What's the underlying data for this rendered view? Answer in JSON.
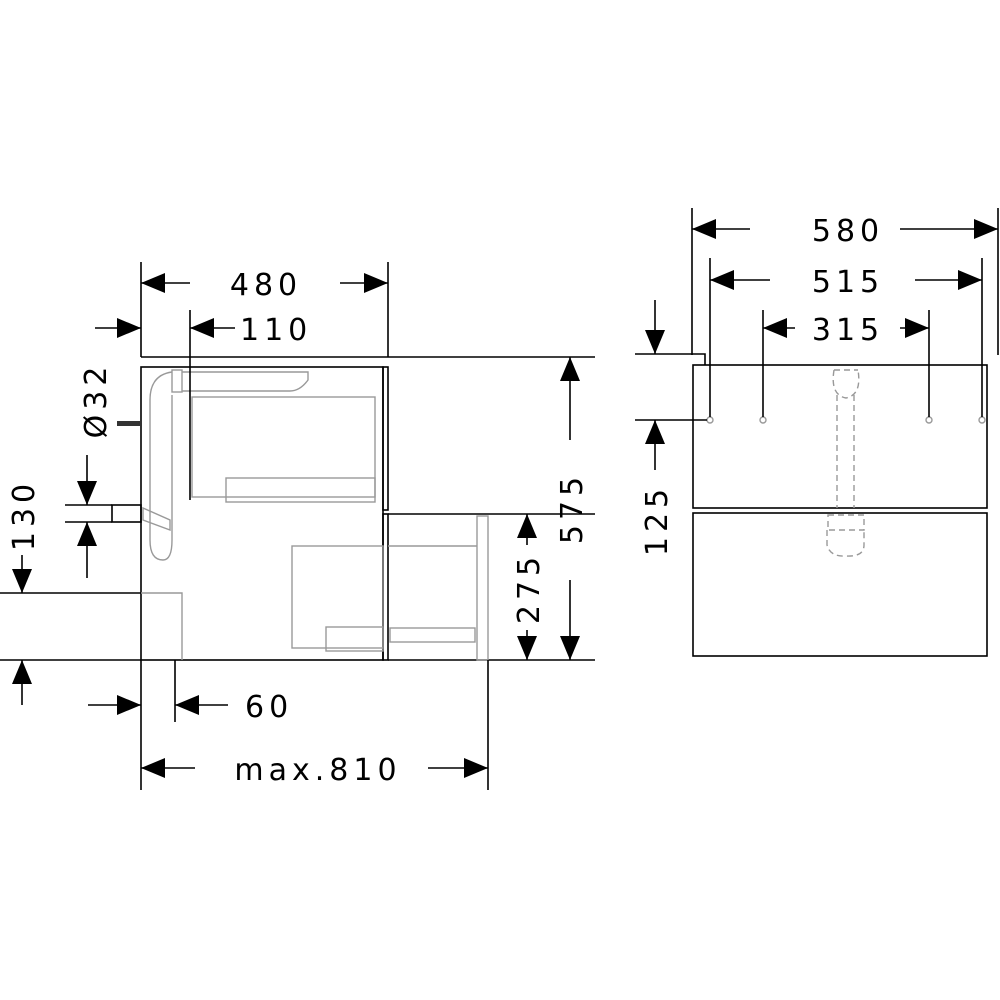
{
  "dimensions": {
    "width_side": "480",
    "offset_110": "110",
    "pipe_diameter": "Ø32",
    "height_130": "130",
    "height_575": "575",
    "drawer_275": "275",
    "depth_60": "60",
    "max_depth": "max.810",
    "width_front": "580",
    "width_515": "515",
    "width_315": "315",
    "height_125": "125"
  },
  "colors": {
    "line": "#000000",
    "detail": "#999999"
  }
}
